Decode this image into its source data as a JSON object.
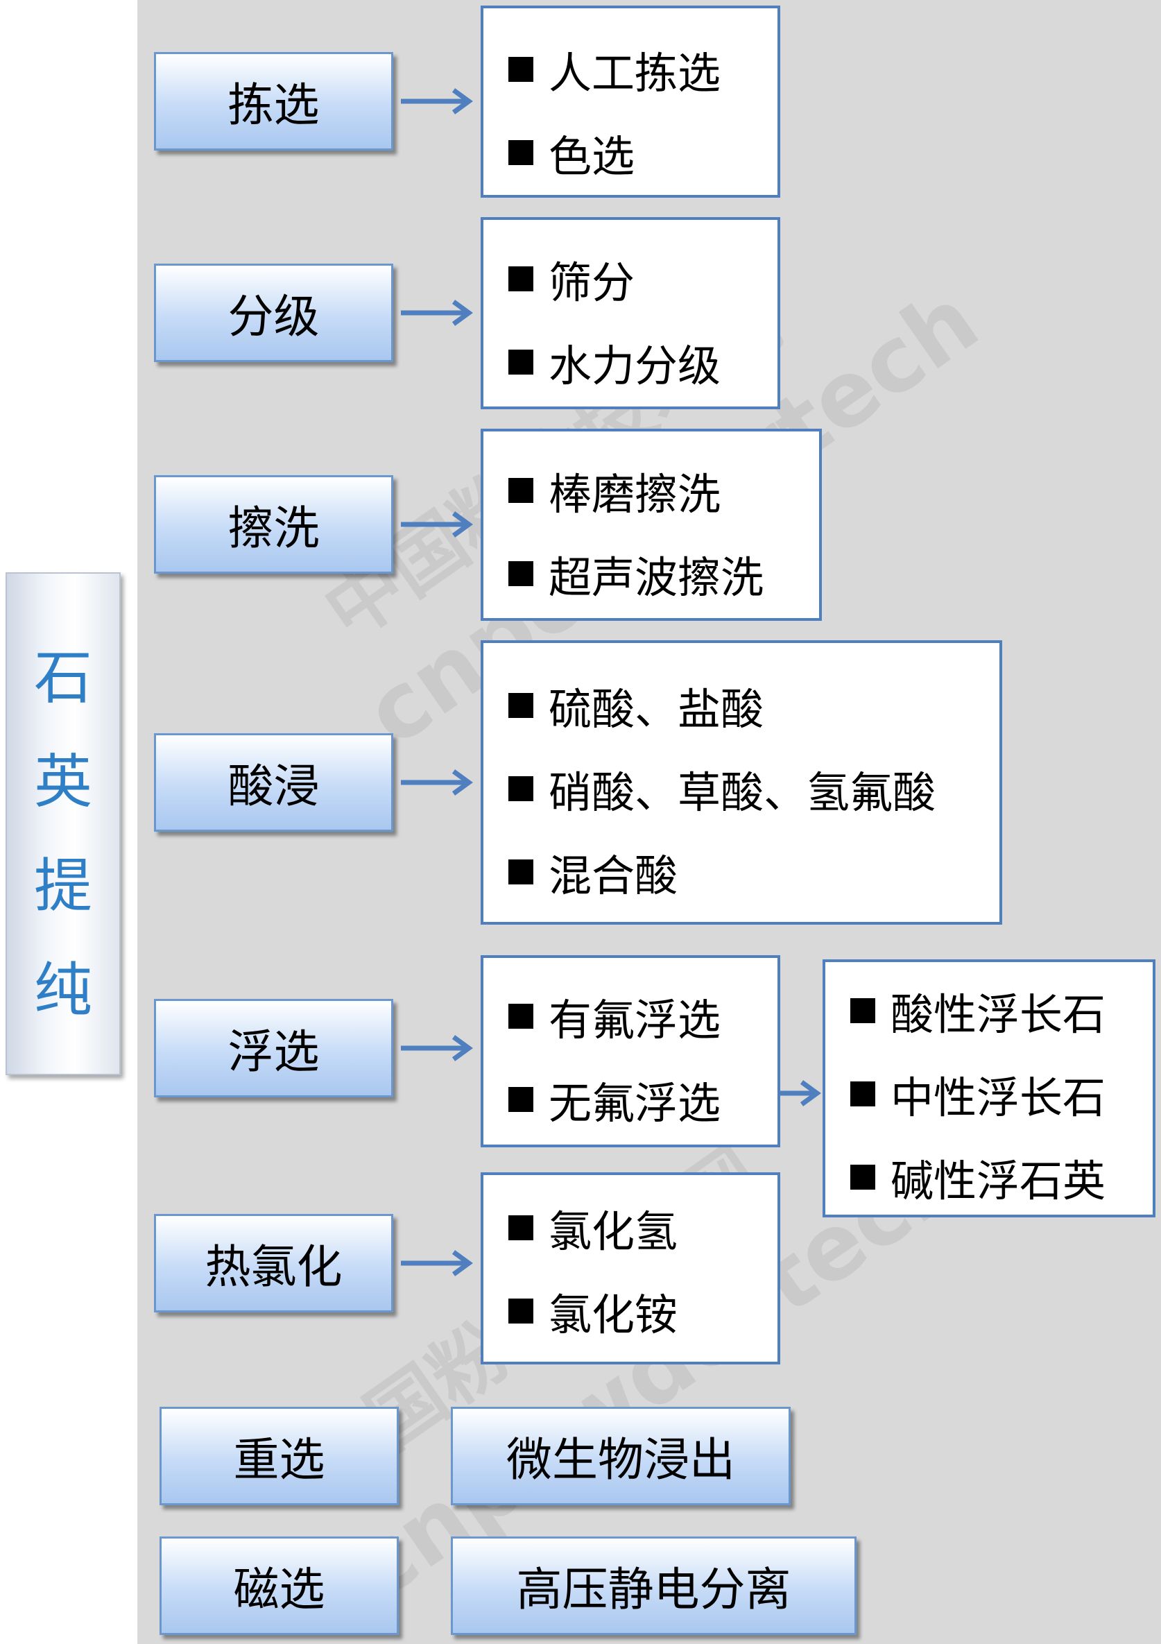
{
  "root": {
    "chars": [
      "石",
      "英",
      "提",
      "纯"
    ]
  },
  "methods": [
    {
      "label": "拣选",
      "items": [
        "人工拣选",
        "色选"
      ]
    },
    {
      "label": "分级",
      "items": [
        "筛分",
        "水力分级"
      ]
    },
    {
      "label": "擦洗",
      "items": [
        "棒磨擦洗",
        "超声波擦洗"
      ]
    },
    {
      "label": "酸浸",
      "items": [
        "硫酸、盐酸",
        "硝酸、草酸、氢氟酸",
        "混合酸"
      ]
    },
    {
      "label": "浮选",
      "items": [
        "有氟浮选",
        "无氟浮选"
      ],
      "sub_items": [
        "酸性浮长石",
        "中性浮长石",
        "碱性浮石英"
      ]
    },
    {
      "label": "热氯化",
      "items": [
        "氯化氢",
        "氯化铵"
      ]
    }
  ],
  "standalone": [
    {
      "label": "重选",
      "partner": "微生物浸出"
    },
    {
      "label": "磁选",
      "partner": "高压静电分离"
    }
  ],
  "watermark": {
    "line1": "中国粉体技术网",
    "line2": "cnpowdertech"
  }
}
